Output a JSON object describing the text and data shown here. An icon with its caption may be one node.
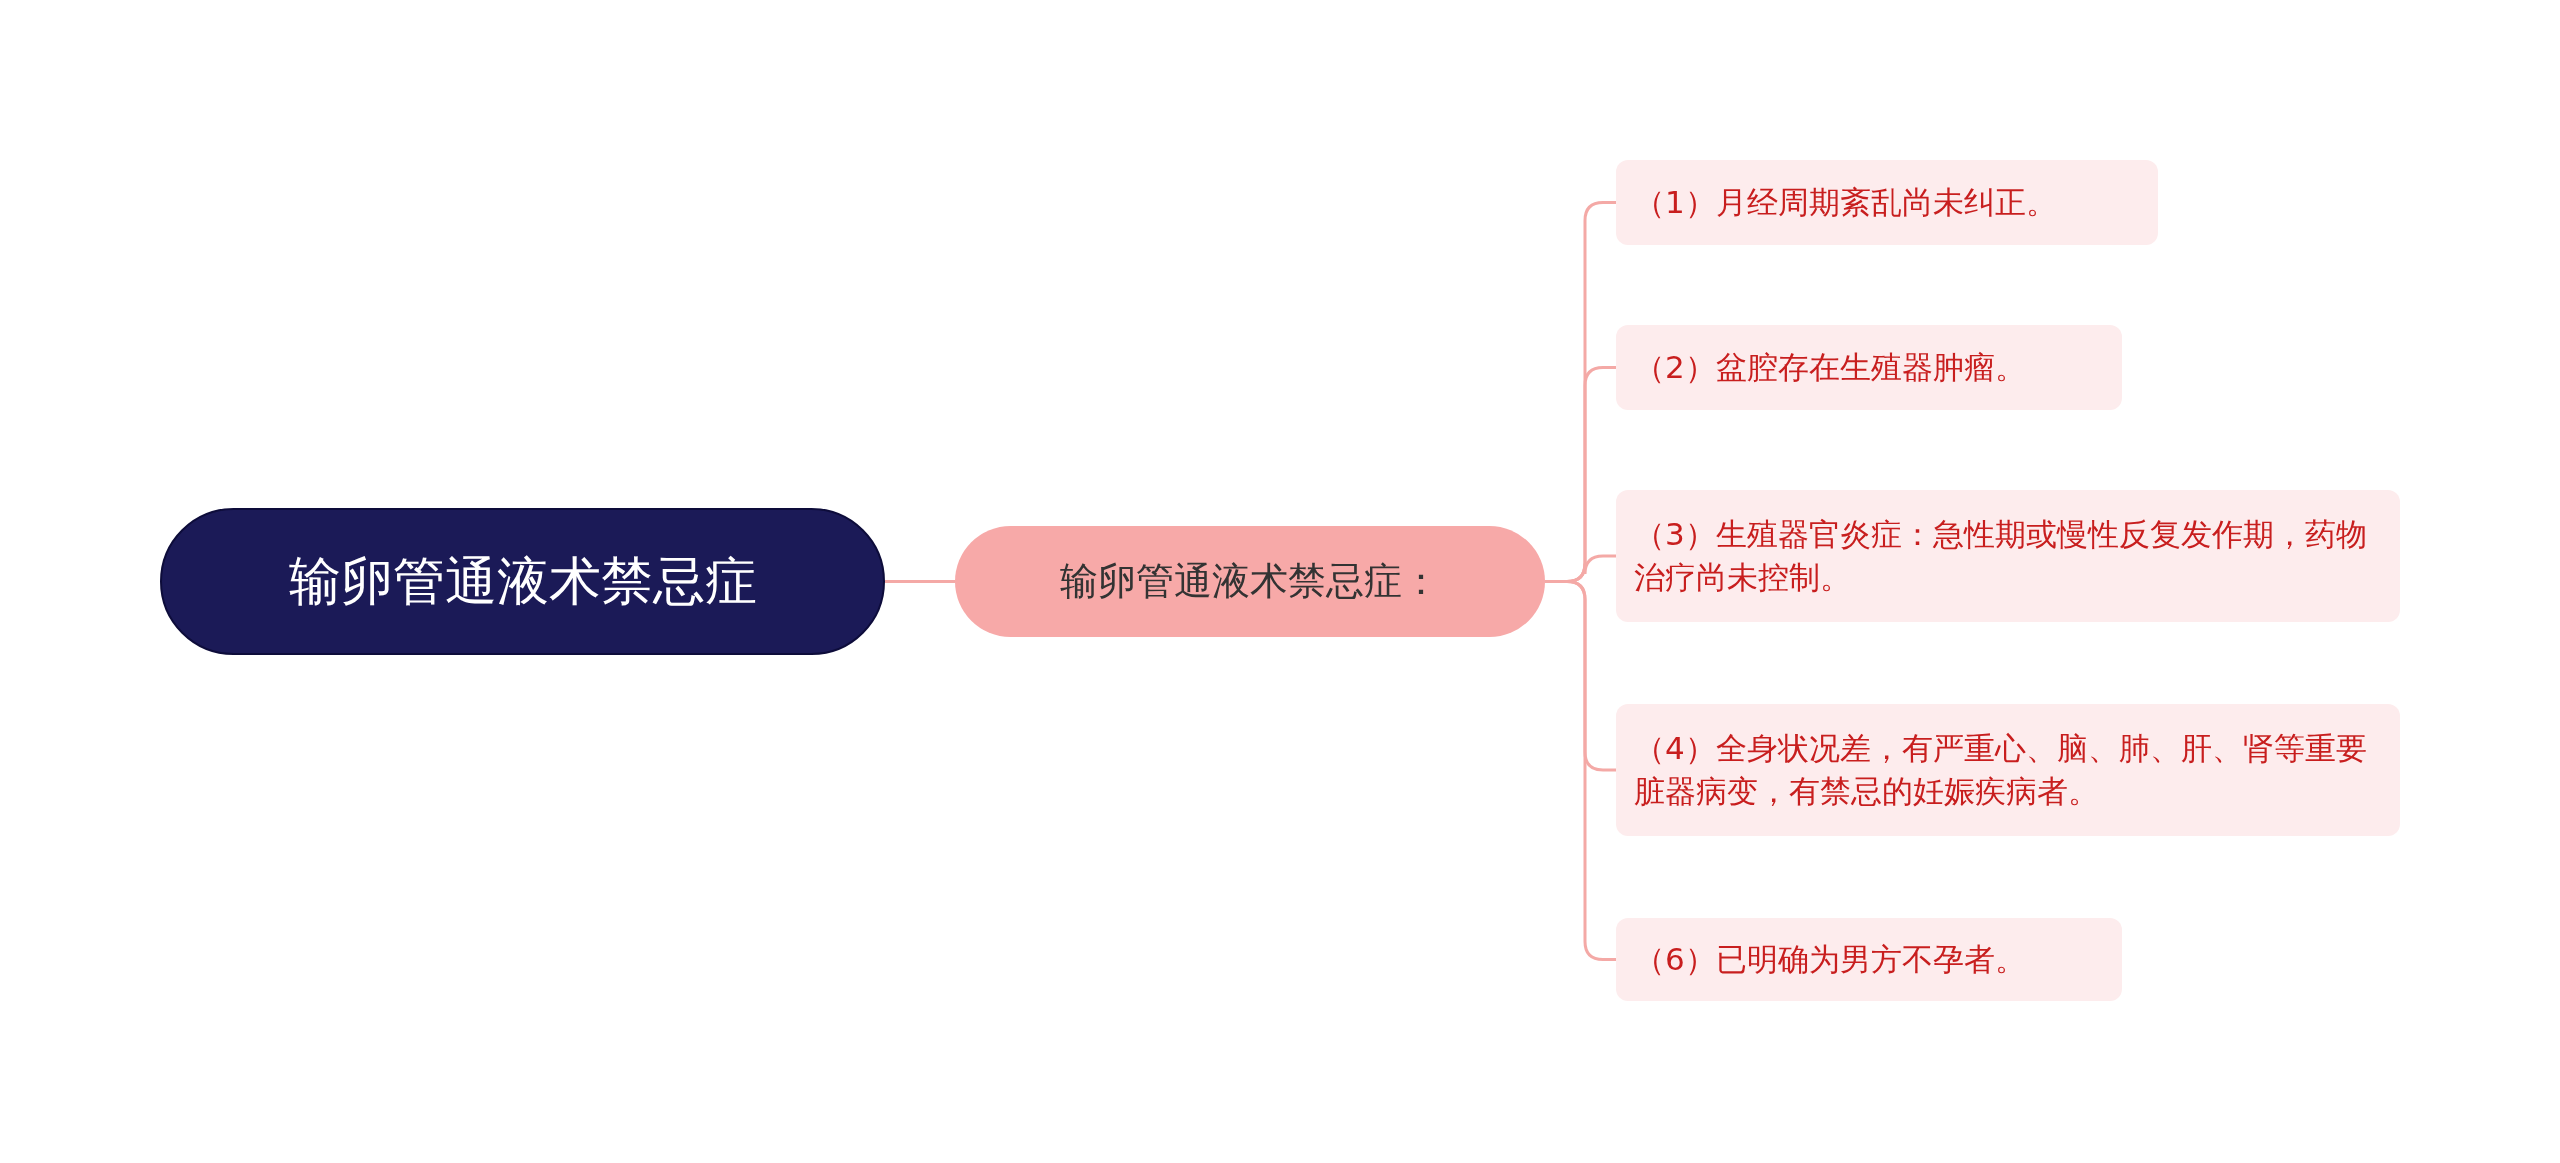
{
  "diagram": {
    "nodes": [
      {
        "text": [
          "输卵管通液术禁忌症"
        ]
      },
      {
        "text": [
          "输卵管通液术禁忌症："
        ]
      },
      {
        "text": [
          "（1）月经周期紊乱尚未纠正。"
        ]
      },
      {
        "text": [
          "（2）盆腔存在生殖器肿瘤。"
        ]
      },
      {
        "text": [
          "（3）生殖器官炎症：急性期或慢性反复发作期，药物治疗尚未控制。"
        ]
      },
      {
        "text": [
          "（4）全身状况差，有严重心、脑、肺、肝、肾等重要脏器病变，有禁忌的妊娠疾病者。"
        ]
      },
      {
        "text": [
          "（6）已明确为男方不孕者。"
        ]
      }
    ],
    "edges": [
      {
        "from": 0,
        "to": 1,
        "arrow": "none"
      },
      {
        "from": 1,
        "to": 2,
        "arrow": "none"
      },
      {
        "from": 1,
        "to": 3,
        "arrow": "none"
      },
      {
        "from": 1,
        "to": 4,
        "arrow": "none"
      },
      {
        "from": 1,
        "to": 5,
        "arrow": "none"
      },
      {
        "from": 1,
        "to": 6,
        "arrow": "none"
      }
    ]
  }
}
